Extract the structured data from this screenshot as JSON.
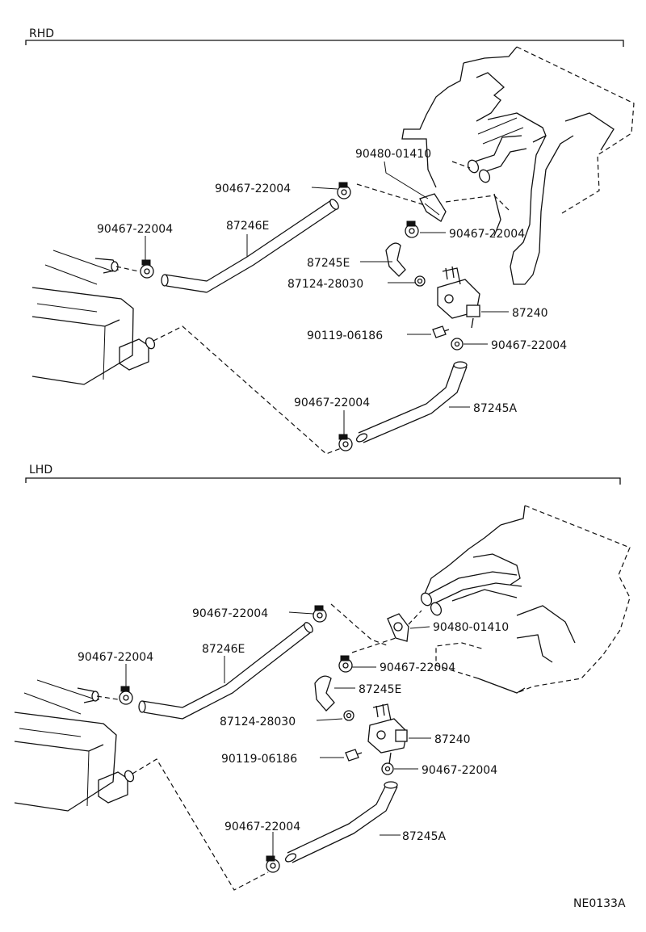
{
  "sections": {
    "rhd": {
      "title": "RHD",
      "labels": {
        "hose_e_clamp": "90467-22004",
        "gasket": "90480-01410",
        "hose_e": "87246E",
        "radiator_clamp": "90467-22004",
        "valve_side_clamp": "90467-22004",
        "small_hose_e": "87245E",
        "clip": "87124-28030",
        "valve": "87240",
        "bolt": "90119-06186",
        "lower_clamp": "90467-22004",
        "hose_a_clamp": "90467-22004",
        "hose_a": "87245A"
      }
    },
    "lhd": {
      "title": "LHD",
      "labels": {
        "hose_e_clamp": "90467-22004",
        "gasket": "90480-01410",
        "radiator_clamp": "90467-22004",
        "hose_e": "87246E",
        "valve_side_clamp": "90467-22004",
        "small_hose_e": "87245E",
        "clip": "87124-28030",
        "valve": "87240",
        "bolt": "90119-06186",
        "lower_clamp": "90467-22004",
        "hose_a_clamp": "90467-22004",
        "hose_a": "87245A"
      }
    }
  },
  "figure_code": "NE0133A"
}
